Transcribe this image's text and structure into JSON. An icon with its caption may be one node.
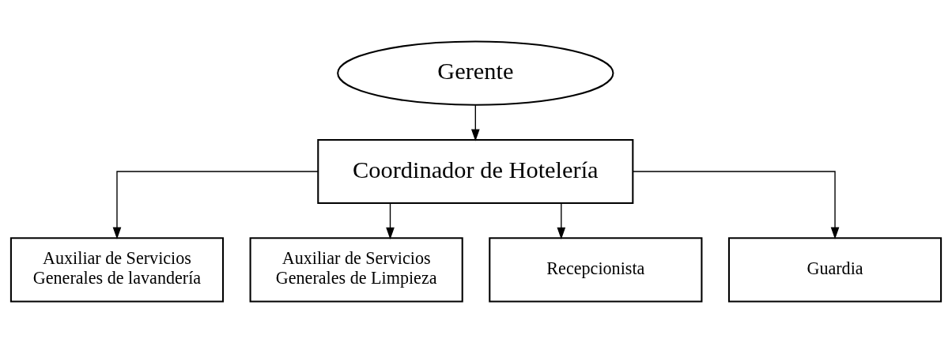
{
  "diagram": {
    "nodes": [
      {
        "text": [
          "Gerente"
        ]
      },
      {
        "text": [
          "Coordinador de Hotelería"
        ]
      },
      {
        "text": [
          "Auxiliar de Servicios Generales de lavandería"
        ]
      },
      {
        "text": [
          "Auxiliar de Servicios Generales de Limpieza"
        ]
      },
      {
        "text": [
          "Recepcionista"
        ]
      },
      {
        "text": [
          "Guardia"
        ]
      }
    ],
    "edges": [
      {
        "from": 0,
        "to": 1,
        "arrow": "to"
      },
      {
        "from": 1,
        "to": 2,
        "arrow": "to"
      },
      {
        "from": 1,
        "to": 3,
        "arrow": "to"
      },
      {
        "from": 1,
        "to": 4,
        "arrow": "to"
      },
      {
        "from": 1,
        "to": 5,
        "arrow": "to"
      }
    ]
  }
}
